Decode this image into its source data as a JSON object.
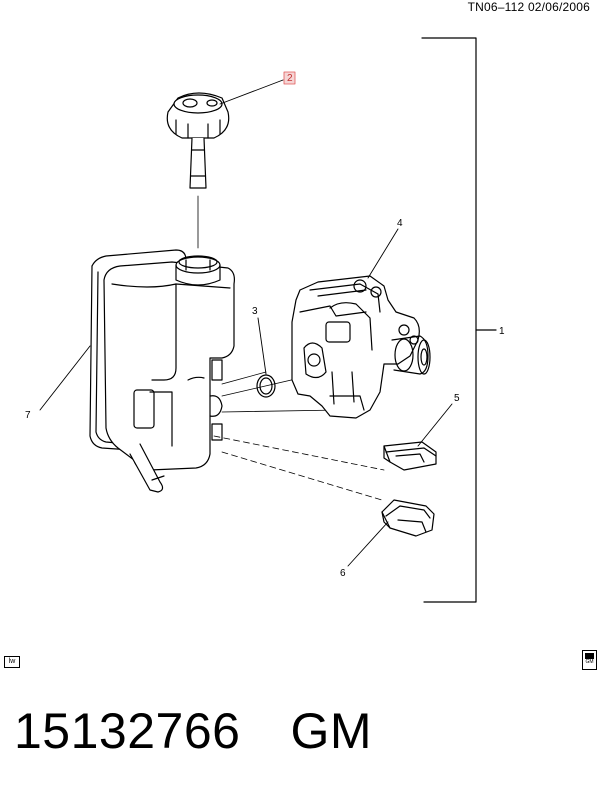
{
  "header": {
    "code": "TN06–112",
    "date": "02/06/2006"
  },
  "callouts": [
    {
      "id": "1",
      "label": "1"
    },
    {
      "id": "2",
      "label": "2"
    },
    {
      "id": "3",
      "label": "3"
    },
    {
      "id": "4",
      "label": "4"
    },
    {
      "id": "5",
      "label": "5"
    },
    {
      "id": "6",
      "label": "6"
    },
    {
      "id": "7",
      "label": "7"
    }
  ],
  "badges": {
    "left": "lw",
    "right": "GM"
  },
  "part": {
    "number": "15132766",
    "brand": "GM"
  },
  "colors": {
    "ink": "#000000",
    "callout_highlight": "#e05a5a"
  }
}
